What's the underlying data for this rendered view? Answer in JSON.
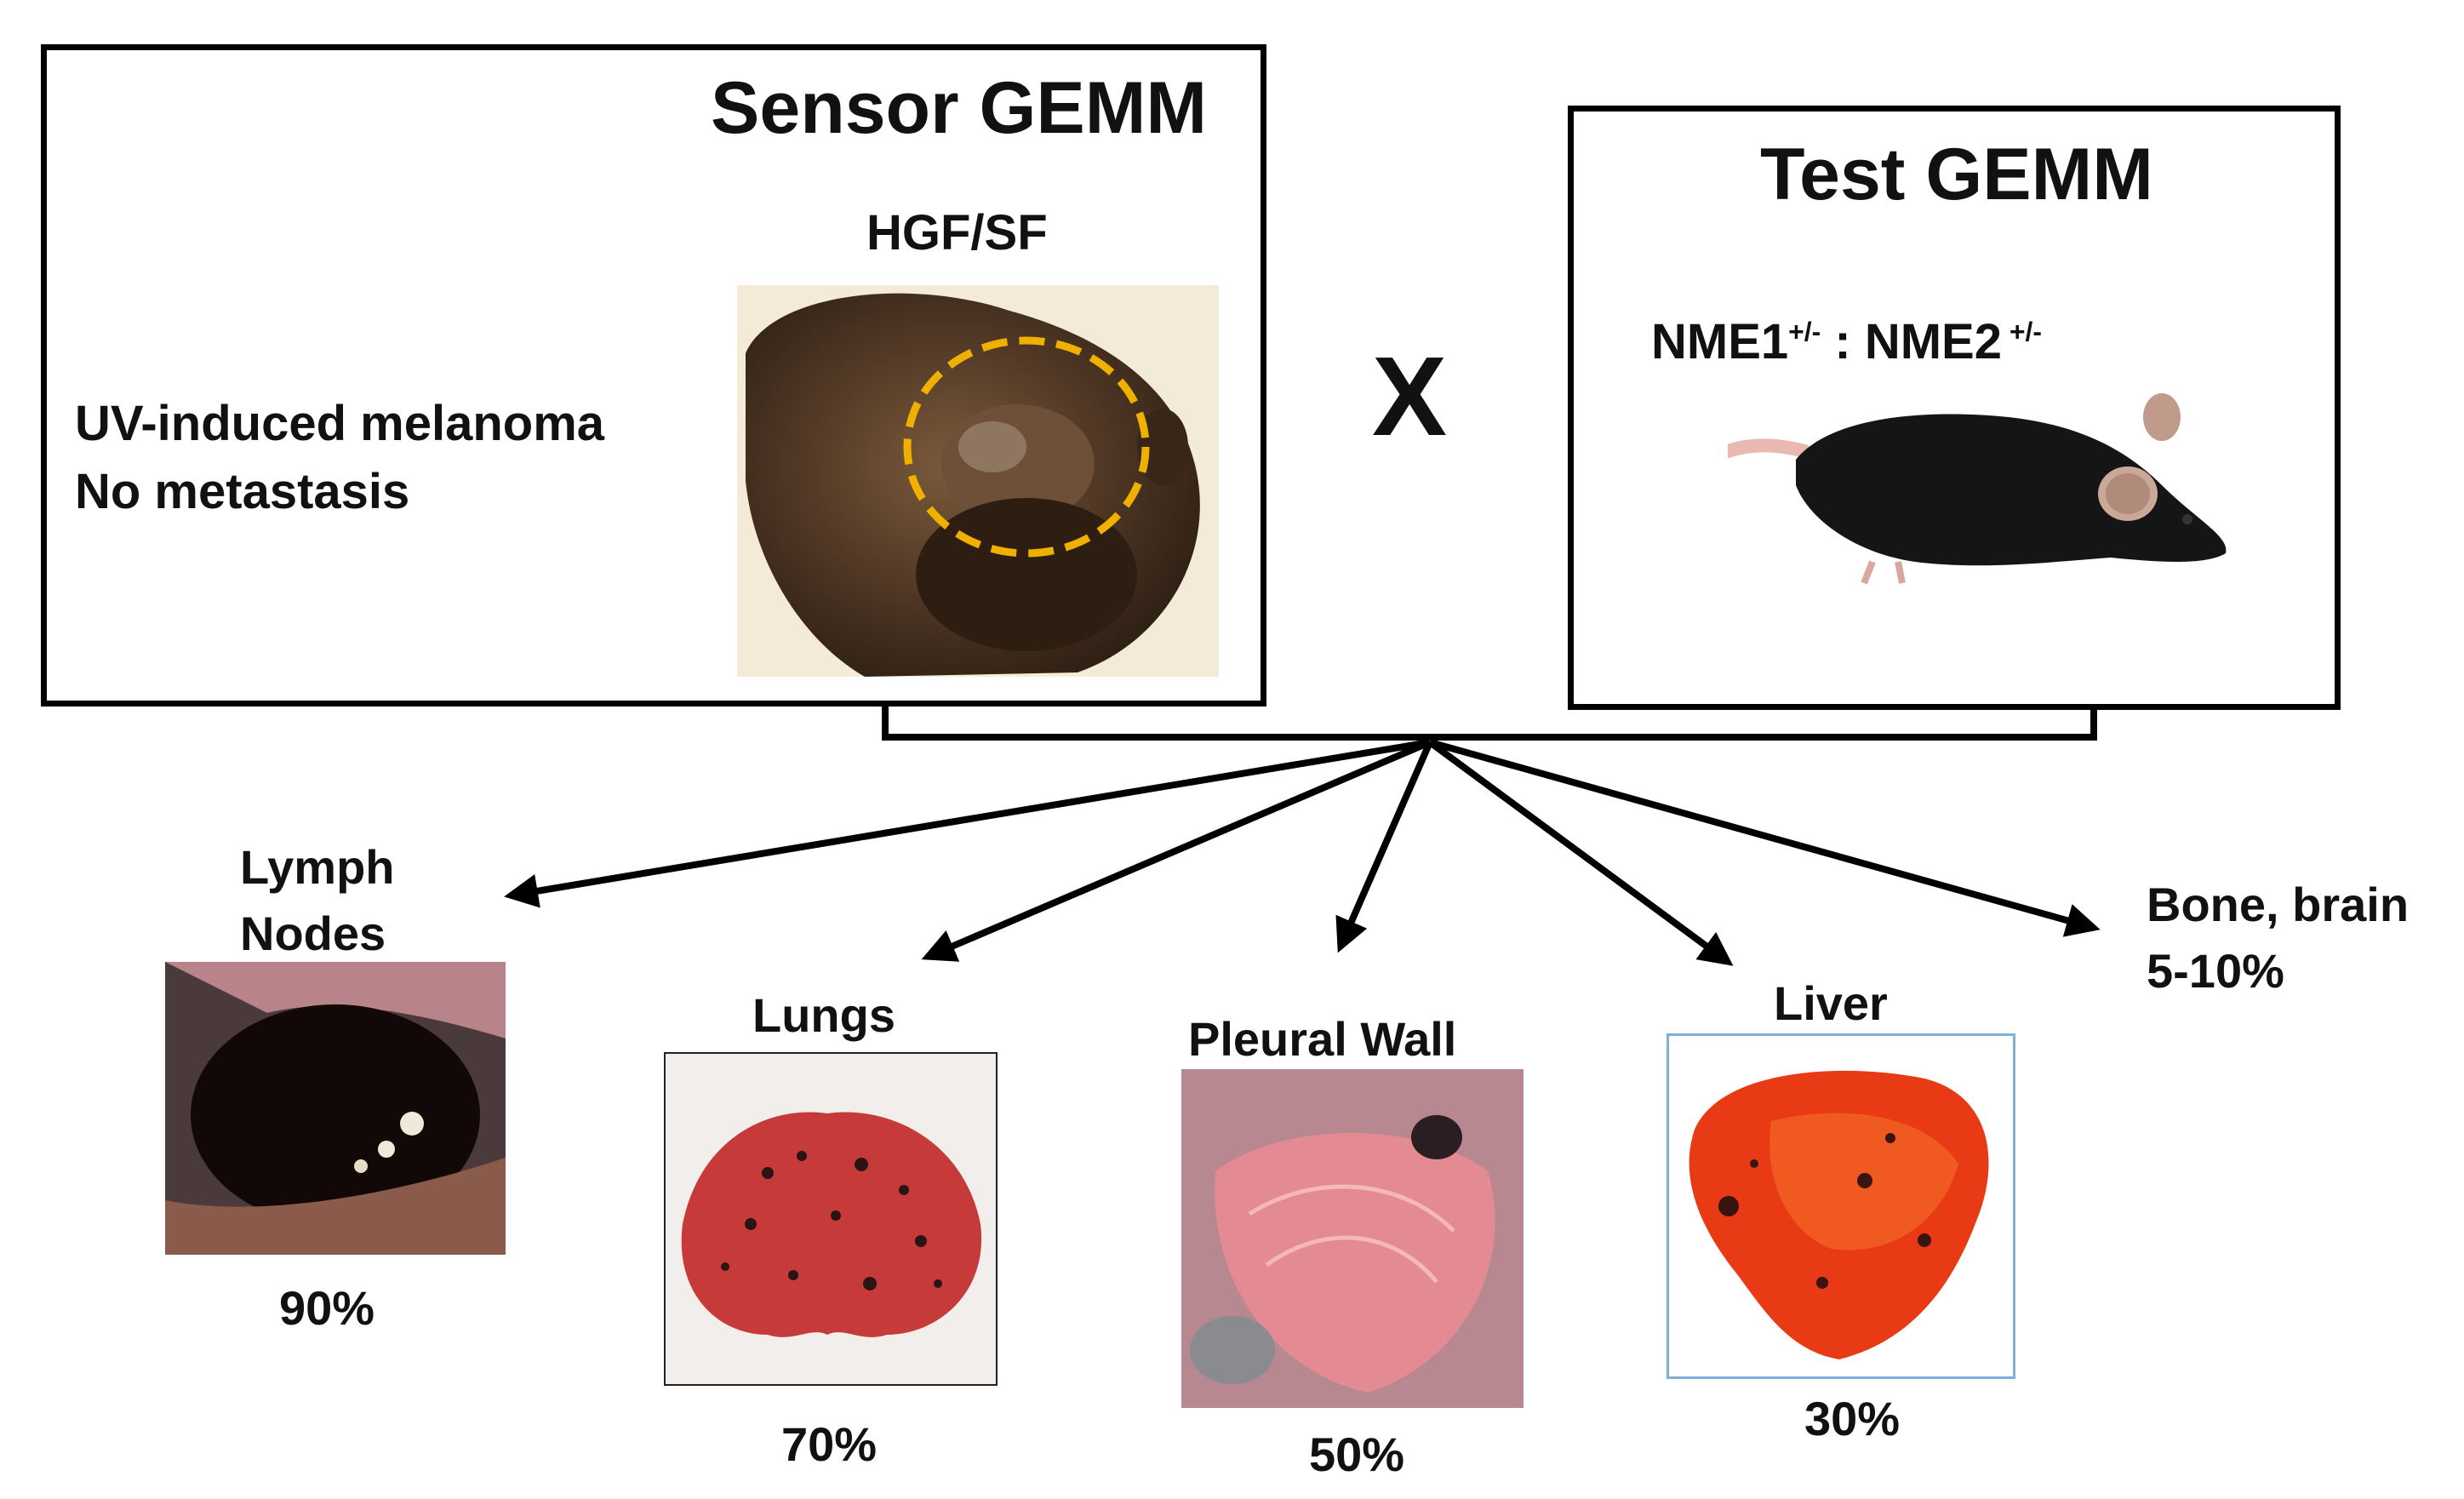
{
  "sensor": {
    "title": "Sensor GEMM",
    "hgf_label": "HGF/SF",
    "desc_line1": "UV-induced melanoma",
    "desc_line2": "No metastasis"
  },
  "cross_symbol": "X",
  "test": {
    "title": "Test GEMM",
    "genotype_a": "NME1",
    "genotype_a_sup": "+/-",
    "genotype_sep": " : ",
    "genotype_b": "NME2",
    "genotype_b_sup": " +/-"
  },
  "sites": [
    {
      "name_line1": "Lymph",
      "name_line2": "Nodes",
      "percent": "90%"
    },
    {
      "name": "Lungs",
      "percent": "70%"
    },
    {
      "name": "Pleural Wall",
      "percent": "50%"
    },
    {
      "name": "Liver",
      "percent": "30%"
    },
    {
      "name_line1": "Bone, brain",
      "name_line2": "5-10%"
    }
  ],
  "colors": {
    "dash_circle": "#f0b000",
    "liver_frame": "#7fb0d8"
  }
}
